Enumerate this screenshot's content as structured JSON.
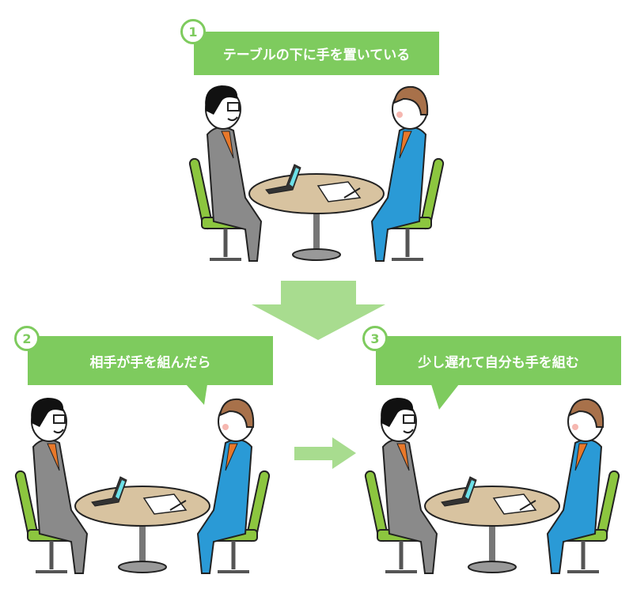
{
  "steps": [
    {
      "number": "1",
      "caption": "テーブルの下に手を置いている"
    },
    {
      "number": "2",
      "caption": "相手が手を組んだら"
    },
    {
      "number": "3",
      "caption": "少し遅れて自分も手を組む"
    }
  ],
  "colors": {
    "label_green": "#7ecb5e",
    "arrow_green": "#a8dc8f",
    "suit_gray": "#8a8a8a",
    "suit_blue": "#2a9ad6",
    "chair_green": "#8cc63f",
    "table": "#d8c3a0"
  }
}
